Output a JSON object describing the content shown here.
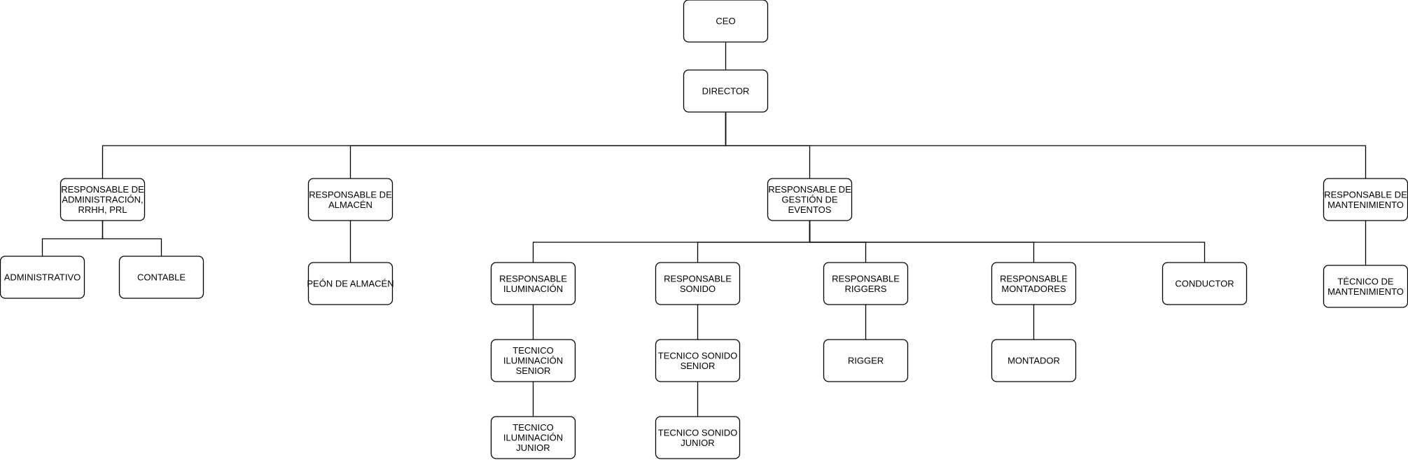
{
  "colors": {
    "background": "#ffffff",
    "box_fill": "#ffffff",
    "stroke": "#000000",
    "text": "#000000"
  },
  "nodes": [
    {
      "id": "ceo",
      "name": "ceo-box",
      "lines": [
        "CEO"
      ]
    },
    {
      "id": "director",
      "name": "director-box",
      "lines": [
        "DIRECTOR"
      ]
    },
    {
      "id": "admin",
      "name": "responsable-administracion-box",
      "lines": [
        "RESPONSABLE DE",
        "ADMINISTRACIÓN,",
        "RRHH, PRL"
      ]
    },
    {
      "id": "almacen",
      "name": "responsable-almacen-box",
      "lines": [
        "RESPONSABLE DE",
        "ALMACÉN"
      ]
    },
    {
      "id": "eventos",
      "name": "responsable-gestion-eventos-box",
      "lines": [
        "RESPONSABLE DE",
        "GESTIÓN DE",
        "EVENTOS"
      ]
    },
    {
      "id": "mantenimiento",
      "name": "responsable-mantenimiento-box",
      "lines": [
        "RESPONSABLE DE",
        "MANTENIMIENTO"
      ]
    },
    {
      "id": "administrativo",
      "name": "administrativo-box",
      "lines": [
        "ADMINISTRATIVO"
      ]
    },
    {
      "id": "contable",
      "name": "contable-box",
      "lines": [
        "CONTABLE"
      ]
    },
    {
      "id": "peon",
      "name": "peon-almacen-box",
      "lines": [
        "PEÓN DE ALMACÉN"
      ]
    },
    {
      "id": "iluminacion",
      "name": "responsable-iluminacion-box",
      "lines": [
        "RESPONSABLE",
        "ILUMINACIÓN"
      ]
    },
    {
      "id": "sonido",
      "name": "responsable-sonido-box",
      "lines": [
        "RESPONSABLE",
        "SONIDO"
      ]
    },
    {
      "id": "riggers",
      "name": "responsable-riggers-box",
      "lines": [
        "RESPONSABLE",
        "RIGGERS"
      ]
    },
    {
      "id": "montadores",
      "name": "responsable-montadores-box",
      "lines": [
        "RESPONSABLE",
        "MONTADORES"
      ]
    },
    {
      "id": "conductor",
      "name": "conductor-box",
      "lines": [
        "CONDUCTOR"
      ]
    },
    {
      "id": "tec_mant",
      "name": "tecnico-mantenimiento-box",
      "lines": [
        "TÉCNICO DE",
        "MANTENIMIENTO"
      ]
    },
    {
      "id": "ilu_senior",
      "name": "tecnico-iluminacion-senior-box",
      "lines": [
        "TECNICO",
        "ILUMINACIÓN",
        "SENIOR"
      ]
    },
    {
      "id": "son_senior",
      "name": "tecnico-sonido-senior-box",
      "lines": [
        "TECNICO SONIDO",
        "SENIOR"
      ]
    },
    {
      "id": "rigger",
      "name": "rigger-box",
      "lines": [
        "RIGGER"
      ]
    },
    {
      "id": "montador",
      "name": "montador-box",
      "lines": [
        "MONTADOR"
      ]
    },
    {
      "id": "ilu_junior",
      "name": "tecnico-iluminacion-junior-box",
      "lines": [
        "TECNICO",
        "ILUMINACIÓN",
        "JUNIOR"
      ]
    },
    {
      "id": "son_junior",
      "name": "tecnico-sonido-junior-box",
      "lines": [
        "TECNICO SONIDO",
        "JUNIOR"
      ]
    }
  ],
  "edges": [
    [
      "ceo",
      "director"
    ],
    [
      "director",
      "admin"
    ],
    [
      "director",
      "almacen"
    ],
    [
      "director",
      "eventos"
    ],
    [
      "director",
      "mantenimiento"
    ],
    [
      "admin",
      "administrativo"
    ],
    [
      "admin",
      "contable"
    ],
    [
      "almacen",
      "peon"
    ],
    [
      "eventos",
      "iluminacion"
    ],
    [
      "eventos",
      "sonido"
    ],
    [
      "eventos",
      "riggers"
    ],
    [
      "eventos",
      "montadores"
    ],
    [
      "eventos",
      "conductor"
    ],
    [
      "mantenimiento",
      "tec_mant"
    ],
    [
      "iluminacion",
      "ilu_senior"
    ],
    [
      "ilu_senior",
      "ilu_junior"
    ],
    [
      "sonido",
      "son_senior"
    ],
    [
      "son_senior",
      "son_junior"
    ],
    [
      "riggers",
      "rigger"
    ],
    [
      "montadores",
      "montador"
    ]
  ]
}
